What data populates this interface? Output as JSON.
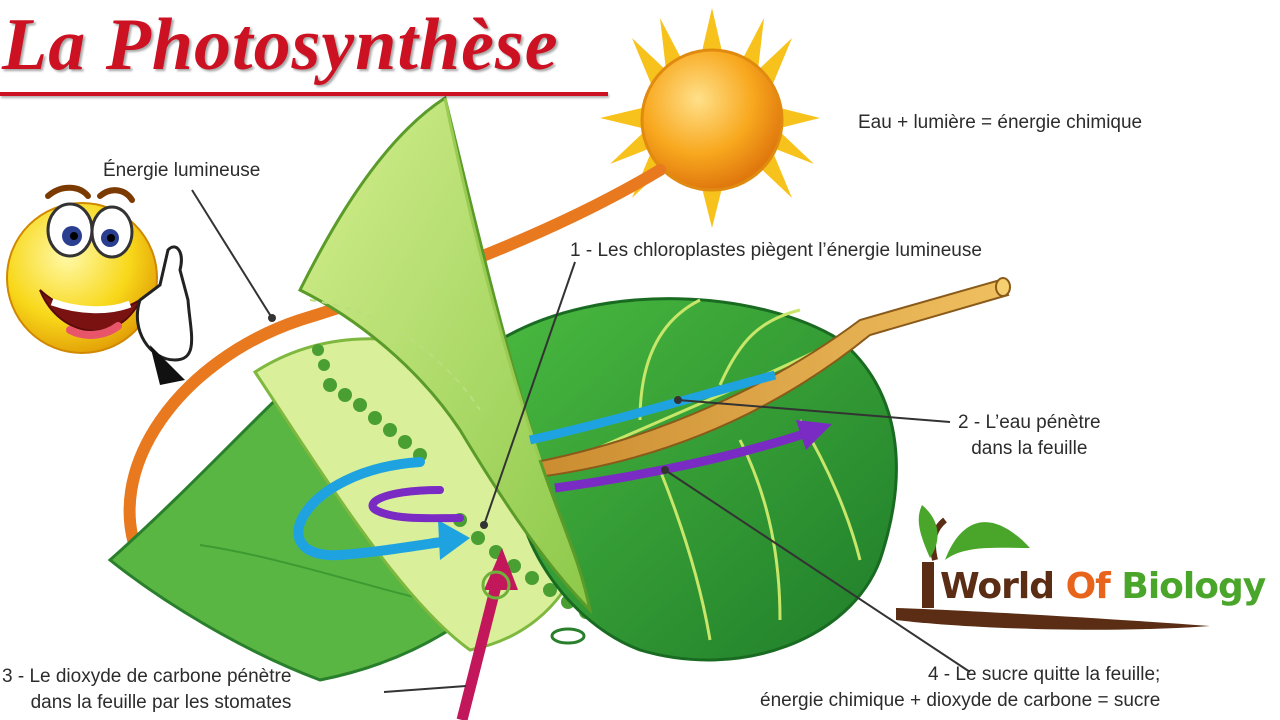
{
  "title": "La Photosynthèse",
  "equation": "Eau + lumière = énergie chimique",
  "labels": {
    "light_energy": "Énergie lumineuse",
    "step1": "1 - Les chloroplastes piègent l’énergie lumineuse",
    "step2_line1": "2 - L’eau pénètre",
    "step2_line2": "dans la feuille",
    "step3_line1": "3 - Le dioxyde de carbone pénètre",
    "step3_line2": "dans la feuille par les stomates",
    "step4_line1": "4 - Le sucre quitte la feuille;",
    "step4_line2": "énergie chimique + dioxyde de carbone = sucre"
  },
  "logo": {
    "word1": "World",
    "word2": "Of",
    "word3": "Biology"
  },
  "colors": {
    "title_red": "#cc1122",
    "light_arrow": "#e8791f",
    "water_arrow": "#1fa3e0",
    "sugar_arrow": "#7a2bc4",
    "co2_arrow": "#c2185b",
    "leaf_dark": "#2f9a35",
    "leaf_light": "#b6dd6a",
    "sun": "#f7a21b"
  }
}
